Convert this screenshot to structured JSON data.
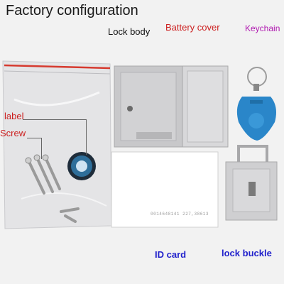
{
  "title": "Factory configuration",
  "labels": {
    "lock_body": "Lock body",
    "battery_cover": "Battery cover",
    "keychain": "Keychain",
    "label": "label",
    "screw": "Screw",
    "id_card": "ID  card",
    "lock_buckle": "lock buckle"
  },
  "card_print": "0014648141 227,38613",
  "colors": {
    "title": "#1a1a1a",
    "lock_body_label": "#111111",
    "battery_cover_label": "#cc1f1f",
    "keychain_label": "#b01ab0",
    "label_label": "#cc1f1f",
    "screw_label": "#cc1f1f",
    "id_card_label": "#2222cc",
    "lock_buckle_label": "#2222cc",
    "key_fob": "#2a86c9",
    "bag_stripe": "#d63a2f"
  }
}
